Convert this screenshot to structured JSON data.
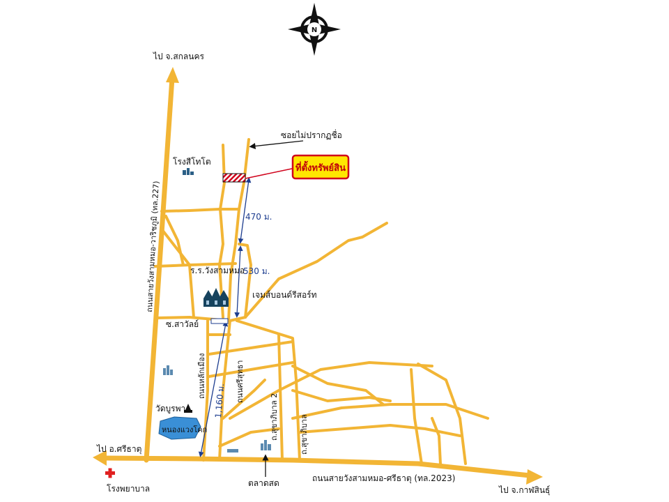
{
  "compass": {
    "label": "N"
  },
  "labels": {
    "to_sakon": "ไป จ.สกลนคร",
    "soi_unnamed": "ซอยไม่ปรากฏชื่อ",
    "property": "ที่ตั้งทรัพย์สิน",
    "rong_si_toto": "โรงสีโทโต",
    "dist_470": "470 ม.",
    "dist_530": "530 ม.",
    "dist_1160": "1,160 ม.",
    "school": "ร.ร.วังสามหมอ",
    "resort": "เจมส์บอนด์รีสอร์ท",
    "soi_sawan": "ซ.สาวัลย์",
    "road_wari": "ถนนสายวังสามหมอ-วาริชภูมิ (ทล.227)",
    "road_lakmueang": "ถนนหลักเมือง",
    "road_sisutha": "ถนนศรีสุทธา",
    "road_sukhaphiban2": "ถ.สุขาภิบาล 2",
    "road_sukhaphiban": "ถ.สุขาภิบาล",
    "wat_burapha": "วัดบูรพา",
    "nong_waeng_khok": "หนองแวงโคก",
    "to_sithat": "ไป อ.ศรีธาตุ",
    "hospital": "โรงพยาบาล",
    "market": "ตลาดสด",
    "road_sithat": "ถนนสายวังสามหมอ-ศรีธาตุ (ทล.2023)",
    "to_kalasin": "ไป จ.กาฬสินธุ์"
  },
  "colors": {
    "road": "#F2B535",
    "arrow": "#1d3d8f",
    "callout_fill": "#FFE600",
    "callout_border": "#d0021b",
    "property_marker": "#d0021b",
    "lake": "#3a8fd6",
    "hospital_cross": "#e02020",
    "building": "#2b5f86"
  },
  "icons": [
    "compass-icon",
    "hospital-cross-icon",
    "resort-building-icon",
    "temple-icon",
    "lake-icon",
    "factory-icon",
    "market-arrow-icon"
  ]
}
